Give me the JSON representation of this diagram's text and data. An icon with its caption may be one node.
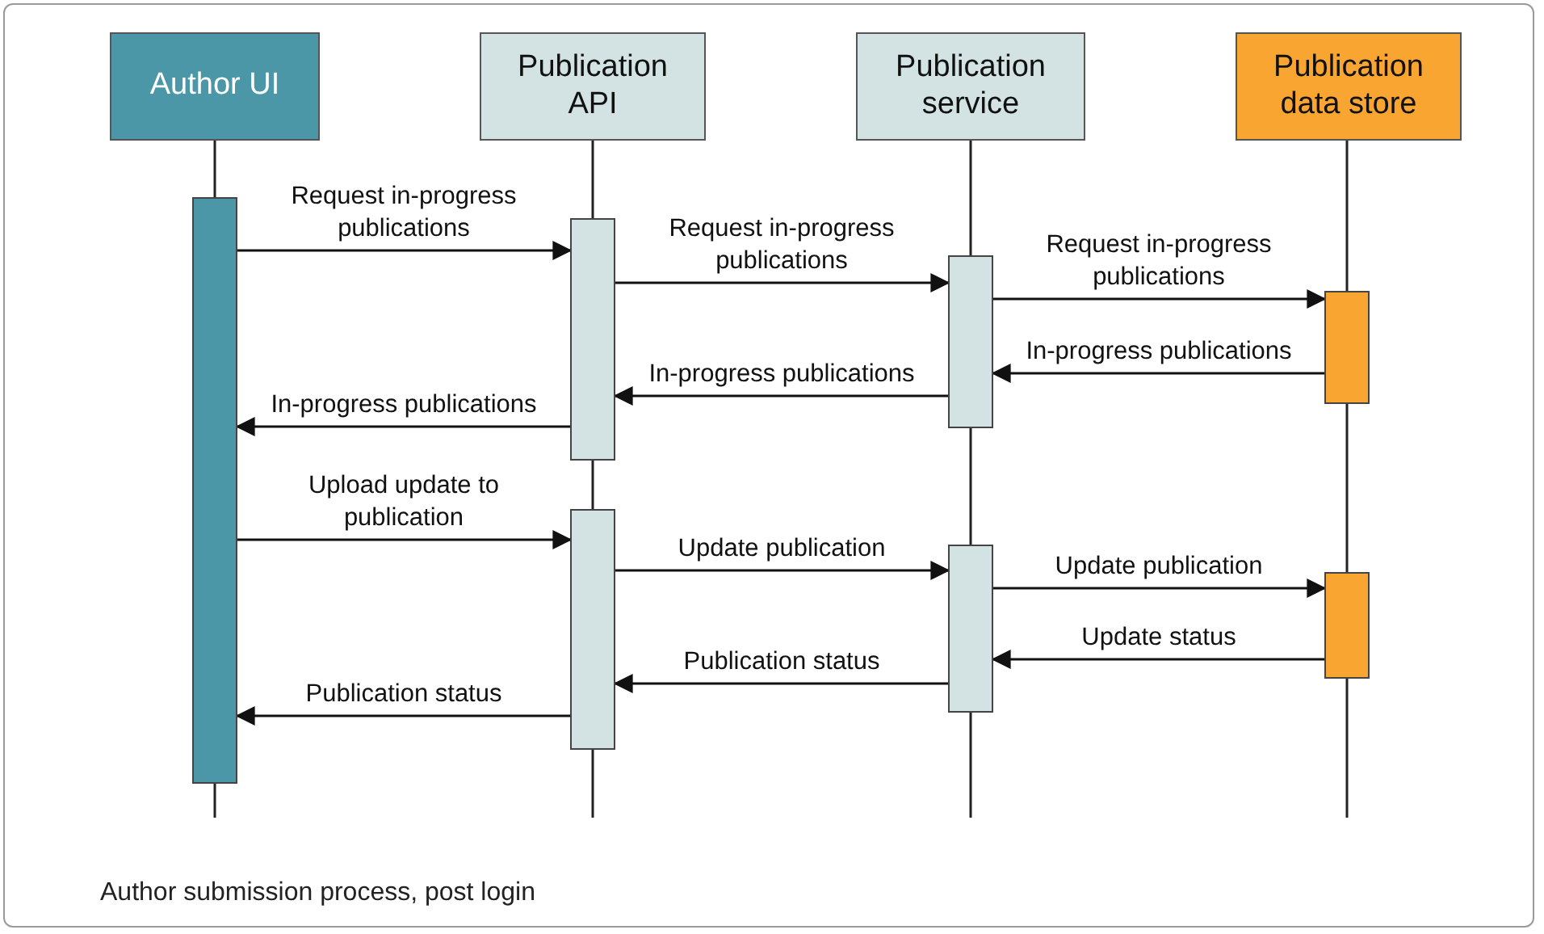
{
  "diagram": {
    "caption": "Author submission process, post login",
    "nodes": [
      {
        "text": [
          "Author UI"
        ]
      },
      {
        "text": [
          "Publication API"
        ]
      },
      {
        "text": [
          "Publication service"
        ]
      },
      {
        "text": [
          "Publication data store"
        ]
      },
      {
        "text": [],
        "shape": "bar"
      },
      {
        "text": [],
        "shape": "bar"
      },
      {
        "text": [],
        "shape": "bar"
      },
      {
        "text": [],
        "shape": "bar"
      },
      {
        "text": [],
        "shape": "bar"
      },
      {
        "text": [],
        "shape": "bar"
      },
      {
        "text": [],
        "shape": "bar"
      }
    ],
    "edges": [
      {
        "from": 4,
        "to": 5,
        "arrow": "to",
        "label": "Request in-progress publications"
      },
      {
        "from": 5,
        "to": 7,
        "arrow": "to",
        "label": "Request in-progress publications"
      },
      {
        "from": 7,
        "to": 9,
        "arrow": "to",
        "label": "Request in-progress publications"
      },
      {
        "from": 9,
        "to": 7,
        "arrow": "to",
        "label": "In-progress publications"
      },
      {
        "from": 7,
        "to": 5,
        "arrow": "to",
        "label": "In-progress publications"
      },
      {
        "from": 5,
        "to": 4,
        "arrow": "to",
        "label": "In-progress publications"
      },
      {
        "from": 4,
        "to": 6,
        "arrow": "to",
        "label": "Upload update to publication"
      },
      {
        "from": 6,
        "to": 8,
        "arrow": "to",
        "label": "Update publication"
      },
      {
        "from": 8,
        "to": 10,
        "arrow": "to",
        "label": "Update publication"
      },
      {
        "from": 10,
        "to": 8,
        "arrow": "to",
        "label": "Update status"
      },
      {
        "from": 8,
        "to": 6,
        "arrow": "to",
        "label": "Publication status"
      },
      {
        "from": 6,
        "to": 4,
        "arrow": "to",
        "label": "Publication status"
      }
    ]
  }
}
